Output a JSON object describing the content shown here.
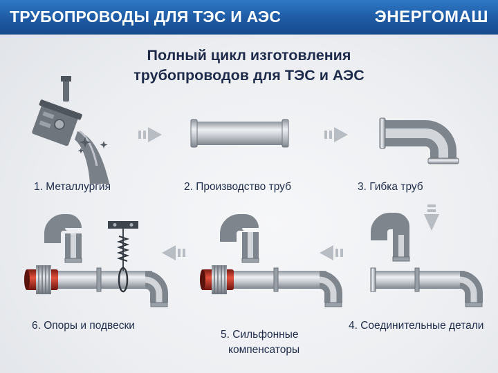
{
  "header": {
    "title": "ТРУБОПРОВОДЫ ДЛЯ ТЭС И АЭС",
    "logo": "ЭНЕРГОМАШ"
  },
  "heading": {
    "line1": "Полный цикл изготовления",
    "line2": "трубопроводов для ТЭС и АЭС"
  },
  "steps": [
    {
      "label": "1. Металлургия"
    },
    {
      "label": "2. Производство труб"
    },
    {
      "label": "3. Гибка труб"
    },
    {
      "label": "4. Соединительные детали"
    },
    {
      "label_line1": "5. Сильфонные",
      "label_line2": "компенсаторы"
    },
    {
      "label": "6. Опоры и подвески"
    }
  ],
  "colors": {
    "header_blue": "#1d5aa3",
    "pipe_gray": "#c4c8ce",
    "bellows_red": "#c0392b",
    "text_navy": "#1e2b4a",
    "arrow_gray": "#b8bcc3"
  }
}
